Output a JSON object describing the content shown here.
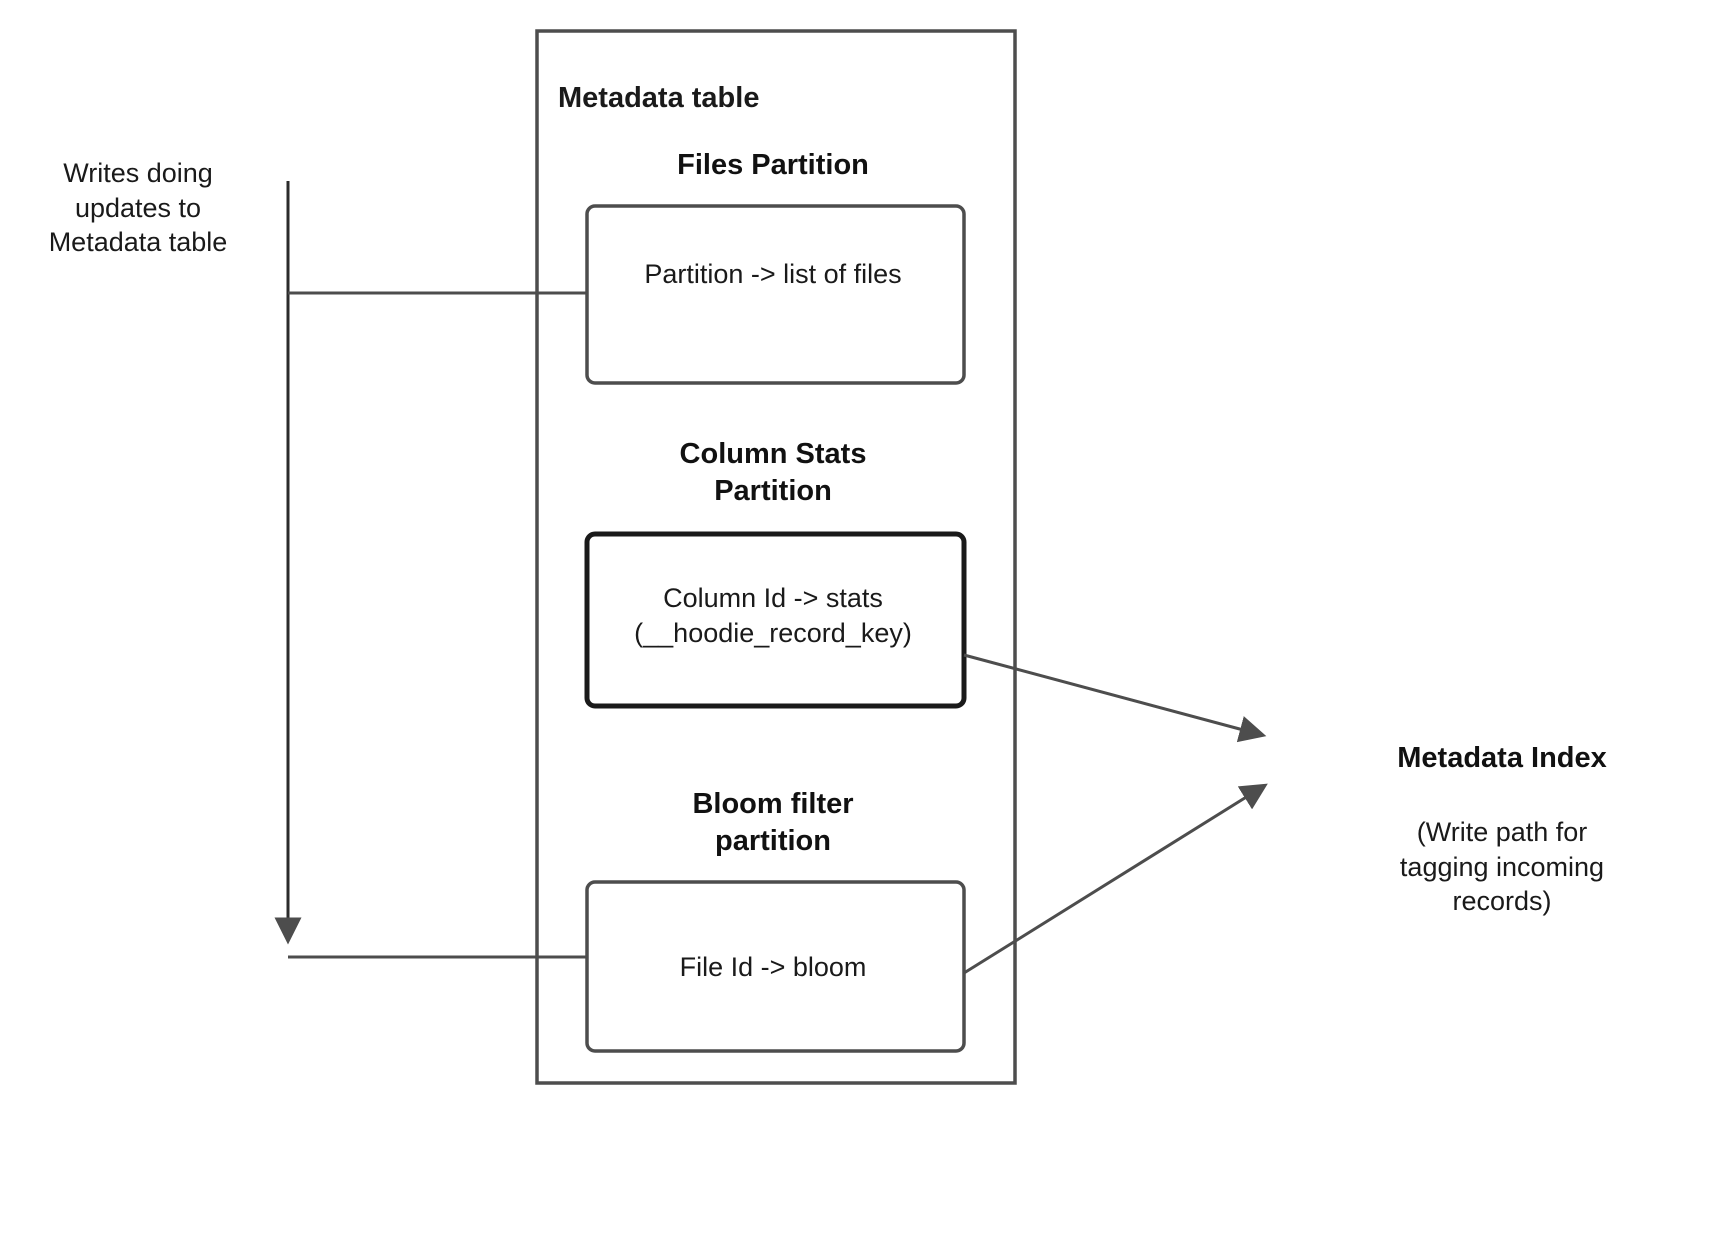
{
  "diagram": {
    "title_text": "Metadata table",
    "container": {
      "label": "Metadata table"
    },
    "left_annotation": {
      "text": "Writes doing\nupdates to\nMetadata table"
    },
    "partitions": [
      {
        "heading": "Files Partition",
        "box_text": "Partition -> list of files"
      },
      {
        "heading": "Column Stats\nPartition",
        "box_text": "Column Id  -> stats\n(__hoodie_record_key)"
      },
      {
        "heading": "Bloom filter\npartition",
        "box_text": "File Id -> bloom"
      }
    ],
    "right_node": {
      "title": "Metadata Index",
      "caption": "(Write path for\ntagging incoming\nrecords)"
    },
    "colors": {
      "stroke": "#4d4d4d",
      "stroke_dark": "#1a1a1a",
      "text": "#1a1a1a",
      "background": "#ffffff"
    }
  }
}
